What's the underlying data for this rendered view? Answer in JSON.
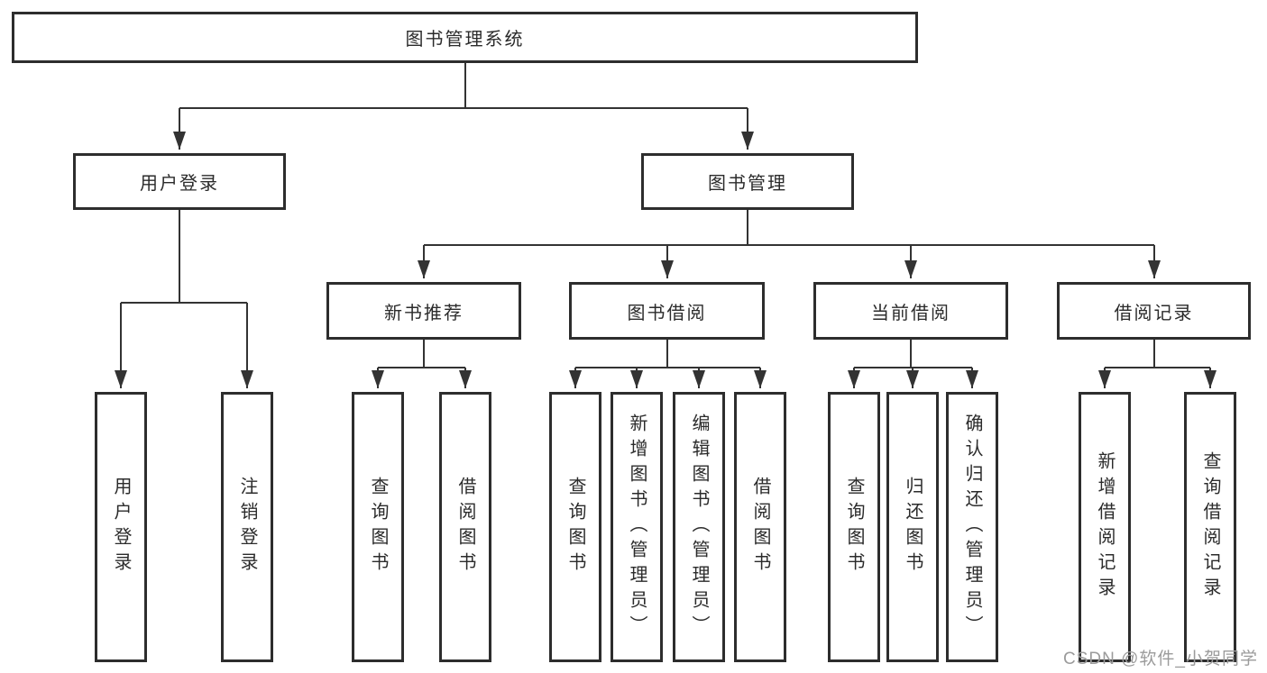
{
  "watermark": "CSDN @软件_小贺同学",
  "colors": {
    "line": "#333333",
    "box_border": "#2d2d2d",
    "text": "#2b2b2b",
    "watermark": "#9b9b9b",
    "background": "#ffffff"
  },
  "tree": {
    "root": {
      "label": "图书管理系统",
      "children": [
        {
          "label": "用户登录",
          "children": [
            {
              "label": "用户登录"
            },
            {
              "label": "注销登录"
            }
          ]
        },
        {
          "label": "图书管理",
          "children": [
            {
              "label": "新书推荐",
              "children": [
                {
                  "label": "查询图书"
                },
                {
                  "label": "借阅图书"
                }
              ]
            },
            {
              "label": "图书借阅",
              "children": [
                {
                  "label": "查询图书"
                },
                {
                  "label": "新增图书（管理员）"
                },
                {
                  "label": "编辑图书（管理员）"
                },
                {
                  "label": "借阅图书"
                }
              ]
            },
            {
              "label": "当前借阅",
              "children": [
                {
                  "label": "查询图书"
                },
                {
                  "label": "归还图书"
                },
                {
                  "label": "确认归还（管理员）"
                }
              ]
            },
            {
              "label": "借阅记录",
              "children": [
                {
                  "label": "新增借阅记录"
                },
                {
                  "label": "查询借阅记录"
                }
              ]
            }
          ]
        }
      ]
    }
  }
}
